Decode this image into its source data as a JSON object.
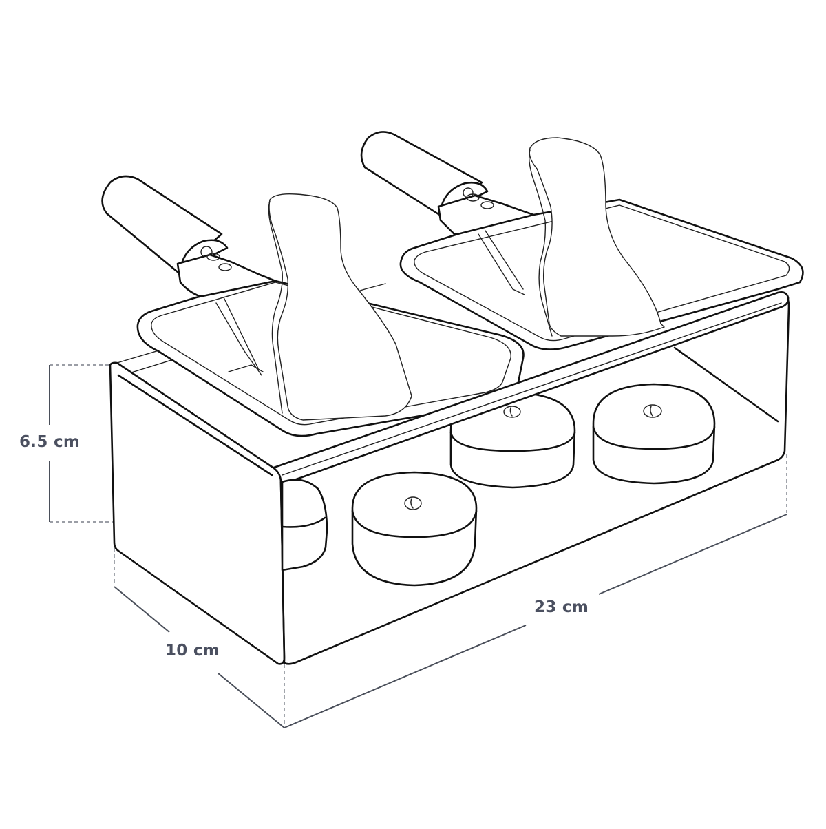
{
  "diagram": {
    "subject": "Raclette set for two with tealight burners",
    "components": [
      {
        "name": "stand",
        "description": "Rectangular metal stand with open front"
      },
      {
        "name": "pan-left",
        "description": "Raclette pan with wooden handle"
      },
      {
        "name": "pan-right",
        "description": "Raclette pan with wooden handle"
      },
      {
        "name": "spatula-left",
        "description": "Scraper spatula"
      },
      {
        "name": "spatula-right",
        "description": "Scraper spatula"
      },
      {
        "name": "tealights",
        "count": 4
      }
    ],
    "dimensions": {
      "height": {
        "label": "6.5 cm",
        "value": 6.5,
        "unit": "cm"
      },
      "depth": {
        "label": "10 cm",
        "value": 10,
        "unit": "cm"
      },
      "width": {
        "label": "23 cm",
        "value": 23,
        "unit": "cm"
      }
    },
    "colors": {
      "line": "#111111",
      "dimension_text": "#4b5060",
      "dimension_line": "#4a4f5a",
      "background": "#ffffff"
    }
  }
}
